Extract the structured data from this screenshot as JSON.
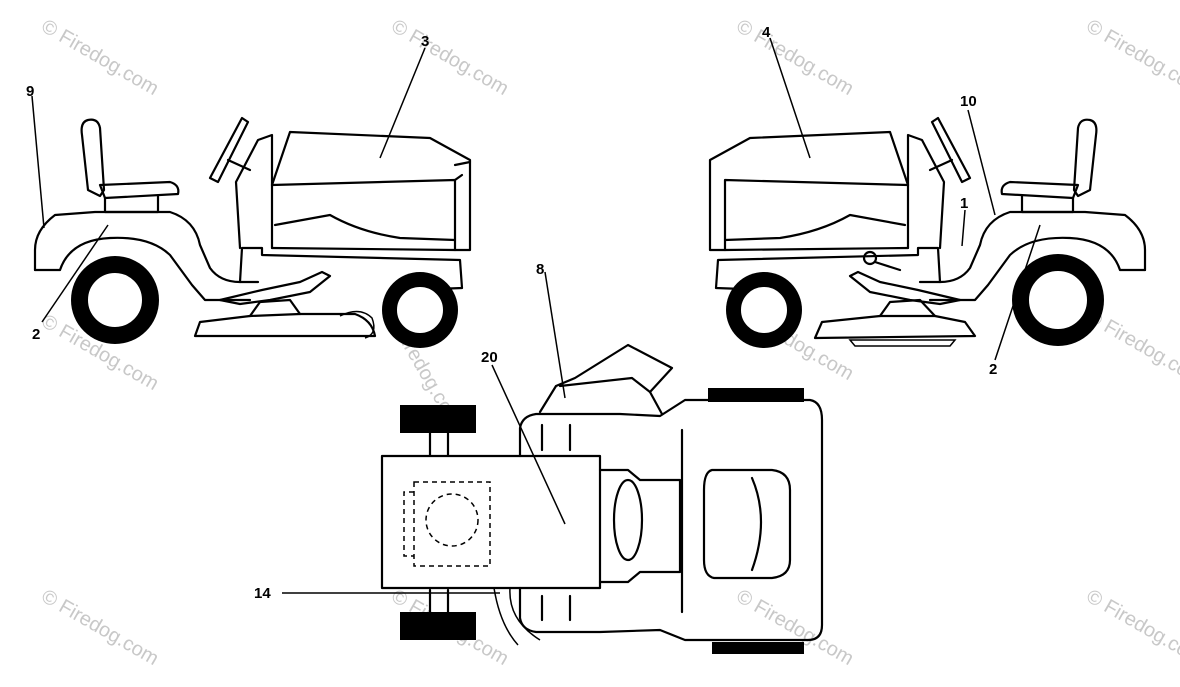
{
  "watermark": {
    "text": "© Firedog.com",
    "color": "#c8c8c8"
  },
  "callouts": {
    "c3": "3",
    "c4": "4",
    "c9": "9",
    "c10": "10",
    "c1": "1",
    "c2_left": "2",
    "c2_right": "2",
    "c8": "8",
    "c20": "20",
    "c14": "14"
  },
  "views": [
    "left-side-view",
    "right-side-view",
    "top-view"
  ]
}
